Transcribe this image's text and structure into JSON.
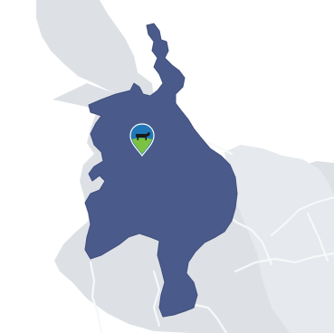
{
  "map": {
    "colors": {
      "background": "#ffffff",
      "land": "#dde1e6",
      "land_light": "#e6e9ed",
      "boundary": "#f7f8f9",
      "highlight_region": "#4a5a8a",
      "highlight_edge": "#3f4f7c",
      "pin_blue": "#1f77b8",
      "pin_green": "#7cc242",
      "pin_white": "#ffffff",
      "cow": "#1a1a1a"
    },
    "layers": [
      "land-mass",
      "region-boundaries",
      "highlighted-region",
      "location-pin"
    ],
    "marker": {
      "icon": "cow-icon",
      "shape": "map-pin"
    }
  }
}
